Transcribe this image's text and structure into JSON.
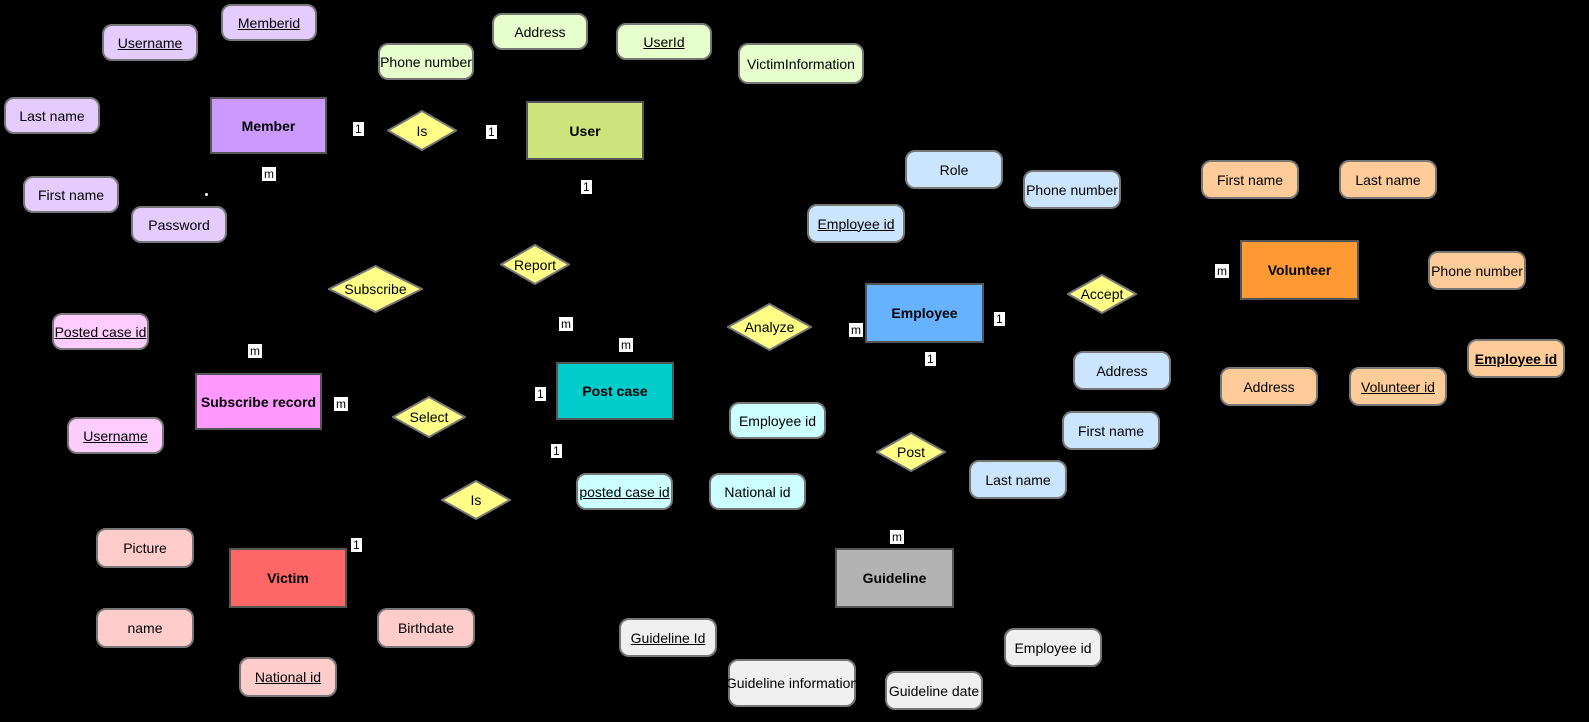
{
  "colors": {
    "member": "#cc99ff",
    "member_attr": "#e5ccff",
    "user": "#cde47c",
    "user_attr": "#e6ffcc",
    "employee": "#66b2ff",
    "employee_attr": "#cce5ff",
    "volunteer": "#ff9933",
    "volunteer_attr": "#ffcc99",
    "post_case": "#00cccc",
    "post_case_attr": "#ccffff",
    "subscribe": "#ff99ff",
    "subscribe_attr": "#ffccff",
    "victim": "#ff6666",
    "victim_attr": "#ffcccc",
    "guideline": "#b3b3b3",
    "guideline_attr": "#f0f0f0",
    "relationship": "#ffff88",
    "line": "#000000"
  },
  "entities": {
    "member": "Member",
    "user": "User",
    "employee": "Employee",
    "volunteer": "Volunteer",
    "post_case": "Post case",
    "subscribe_record": "Subscribe record",
    "victim": "Victim",
    "guideline": "Guideline"
  },
  "relationships": {
    "is_member_user": "Is",
    "report": "Report",
    "subscribe": "Subscribe",
    "analyze": "Analyze",
    "accept": "Accept",
    "select": "Select",
    "is_victim": "Is",
    "post": "Post"
  },
  "attributes": {
    "member": {
      "memberid": "Memberid",
      "username": "Username",
      "last_name": "Last name",
      "first_name": "First name",
      "password": "Password"
    },
    "user": {
      "address": "Address",
      "phone_number": "Phone number",
      "userid": "UserId",
      "victim_information": "VictimInformation"
    },
    "employee": {
      "role": "Role",
      "phone_number": "Phone number",
      "employee_id": "Employee id",
      "address": "Address",
      "first_name": "First name",
      "last_name": "Last name"
    },
    "volunteer": {
      "first_name": "First name",
      "last_name": "Last name",
      "phone_number": "Phone number",
      "employee_id": "Employee id",
      "address": "Address",
      "volunteer_id": "Volunteer id"
    },
    "subscribe_record": {
      "posted_case_id": "Posted case id",
      "username": "Username"
    },
    "post_case": {
      "employee_id": "Employee id",
      "posted_case_id": "posted case id",
      "national_id": "National id"
    },
    "victim": {
      "picture": "Picture",
      "name": "name",
      "birthdate": "Birthdate",
      "national_id": "National id"
    },
    "guideline": {
      "guideline_id": "Guideline Id",
      "guideline_information": "Guideline information",
      "guideline_date": "Guideline date",
      "employee_id": "Employee id"
    }
  },
  "cardinalities": {
    "member_is": "1",
    "user_is": "1",
    "member_m": "m",
    "user_report": "1",
    "report_postcase": "m",
    "postcase_analyze": "m",
    "employee_analyze": "m",
    "employee_accept": "1",
    "volunteer_accept": "m",
    "employee_post": "1",
    "subscribe_m": "m",
    "subscribe_select": "m",
    "postcase_select": "1",
    "postcase_is": "1",
    "victim_is": "1",
    "guideline_post": "m"
  }
}
